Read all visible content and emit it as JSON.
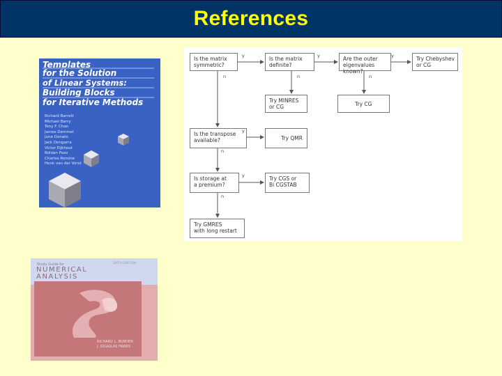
{
  "slide": {
    "title": "References"
  },
  "book1": {
    "title_lines": [
      "Templates",
      "for the Solution",
      "of Linear Systems:",
      "Building Blocks",
      "for Iterative Methods"
    ],
    "authors": [
      "Richard Barrett",
      "Michael Berry",
      "Tony F. Chan",
      "James Demmel",
      "June Donato",
      "Jack Dongarra",
      "Victor Eijkhout",
      "Roldan Pozo",
      "Charles Romine",
      "Henk van der Vorst"
    ],
    "colors": {
      "cover": "#3a62c4"
    }
  },
  "flowchart": {
    "boxes": {
      "symmetric": [
        "Is the matrix",
        "symmetric?"
      ],
      "definite": [
        "Is the matrix",
        "definite?"
      ],
      "eigenvalues": [
        "Are the outer",
        "eigenvalues known?"
      ],
      "chebyshev": [
        "Try Chebyshev",
        "or CG"
      ],
      "minres": [
        "Try MINRES",
        "or CG"
      ],
      "cg": [
        "Try CG"
      ],
      "transpose": [
        "Is the transpose",
        "available?"
      ],
      "qmr": [
        "Try QMR"
      ],
      "storage": [
        "Is storage at",
        "a premium?"
      ],
      "cgs": [
        "Try CGS or",
        "Bi CGSTAB"
      ],
      "gmres": [
        "Try GMRES",
        "with long restart"
      ]
    },
    "yes_label": "y",
    "no_label": "n"
  },
  "book2": {
    "series": "Study Guide for",
    "title_lines": [
      "NUMERICAL",
      "ANALYSIS"
    ],
    "edition": "SIXTH EDITION",
    "authors": [
      "RICHARD L. BURDEN",
      "J. DOUGLAS FAIRES"
    ],
    "colors": {
      "top": "#cfd8ee",
      "cover": "#e3acad",
      "panel": "#c47678"
    }
  }
}
